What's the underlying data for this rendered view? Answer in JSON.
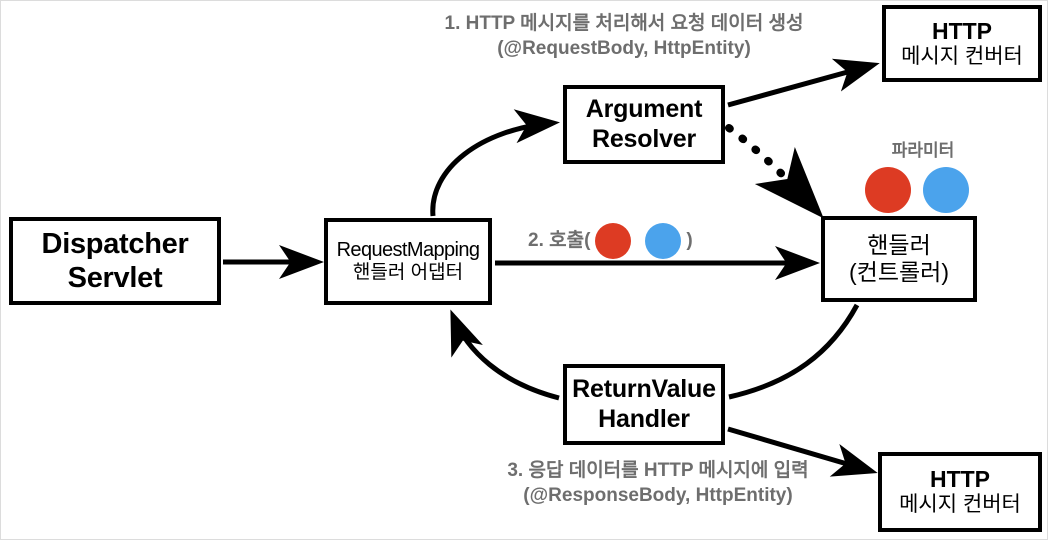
{
  "diagram": {
    "title_absent": true,
    "colors": {
      "red_dot": "#DD3B23",
      "blue_dot": "#4BA3EC",
      "annotation_gray": "#6E6E6E",
      "stroke": "#000000",
      "canvas": "#FFFFFF",
      "frame_border": "#DCDCDC"
    },
    "nodes": {
      "dispatcher": {
        "line1": "Dispatcher",
        "line2": "Servlet"
      },
      "request_mapping": {
        "line1": "RequestMapping",
        "line2": "핸들러 어댑터"
      },
      "argument_resolver": {
        "line1": "Argument",
        "line2": "Resolver"
      },
      "handler": {
        "line1": "핸들러",
        "line2": "(컨트롤러)"
      },
      "return_value_handler": {
        "line1": "ReturnValue",
        "line2": "Handler"
      },
      "converter_top": {
        "line1": "HTTP",
        "line2": "메시지 컨버터"
      },
      "converter_bottom": {
        "line1": "HTTP",
        "line2": "메시지 컨버터"
      }
    },
    "annotations": {
      "step1": {
        "line1": "1. HTTP 메시지를 처리해서 요청 데이터 생성",
        "line2": "(@RequestBody, HttpEntity)"
      },
      "step2": {
        "prefix": "2. 호출(",
        "suffix": ")"
      },
      "step3": {
        "line1": "3. 응답 데이터를 HTTP 메시지에 입력",
        "line2": "(@ResponseBody, HttpEntity)"
      },
      "parameter": {
        "label": "파라미터"
      }
    },
    "edges": [
      {
        "name": "dispatcher-to-request-mapping",
        "style": "solid-arrow"
      },
      {
        "name": "request-mapping-to-argument-resolver",
        "style": "curved-solid-arrow"
      },
      {
        "name": "argument-resolver-to-converter-top",
        "style": "solid-arrow"
      },
      {
        "name": "argument-resolver-to-handler",
        "style": "curved-dotted-arrow"
      },
      {
        "name": "request-mapping-to-handler",
        "style": "solid-arrow"
      },
      {
        "name": "handler-to-return-value-handler",
        "style": "curved-solid-line"
      },
      {
        "name": "return-value-handler-to-request-mapping",
        "style": "curved-solid-arrow"
      },
      {
        "name": "return-value-handler-to-converter-bottom",
        "style": "solid-arrow"
      }
    ]
  }
}
